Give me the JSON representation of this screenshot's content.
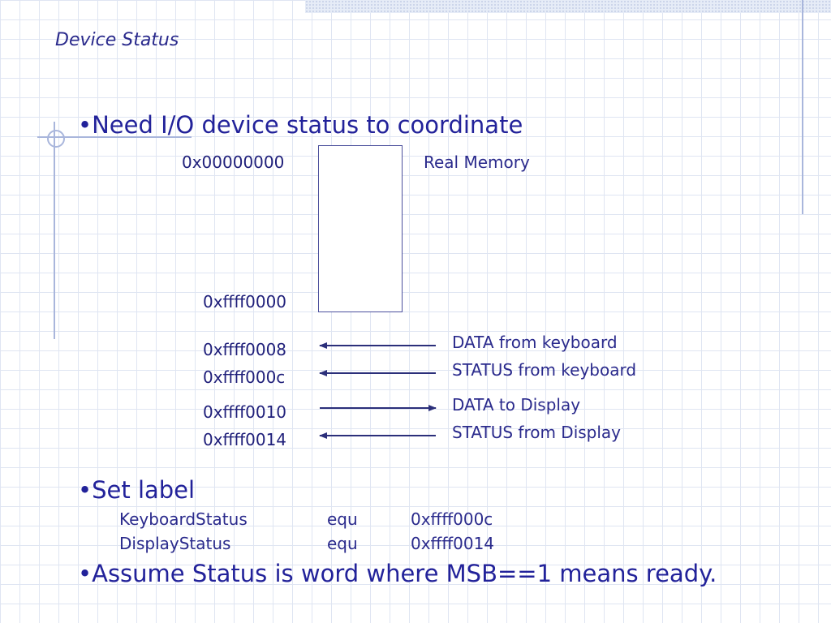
{
  "slide": {
    "title": "Device Status",
    "bullet1": "•Need I/O device status to coordinate",
    "memory_label": "Real Memory",
    "addresses": {
      "top": "0x00000000",
      "bottom": "0xffff0000",
      "a0008": "0xffff0008",
      "a000c": "0xffff000c",
      "a0010": "0xffff0010",
      "a0014": "0xffff0014"
    },
    "io": {
      "data_from_keyboard": "DATA from keyboard",
      "status_from_keyboard": "STATUS from keyboard",
      "data_to_display": "DATA to Display",
      "status_from_display": "STATUS from Display"
    },
    "bullet2": "•Set label",
    "labels": [
      {
        "name": "KeyboardStatus",
        "op": "equ",
        "value": "0xffff000c"
      },
      {
        "name": "DisplayStatus",
        "op": "equ",
        "value": "0xffff0014"
      }
    ],
    "bullet3": "•Assume Status is word where MSB==1 means ready."
  },
  "colors": {
    "text": "#22229a",
    "arrow": "#2b2f7a",
    "grid": "#dfe5f2",
    "decor": "#a9b6dc"
  }
}
